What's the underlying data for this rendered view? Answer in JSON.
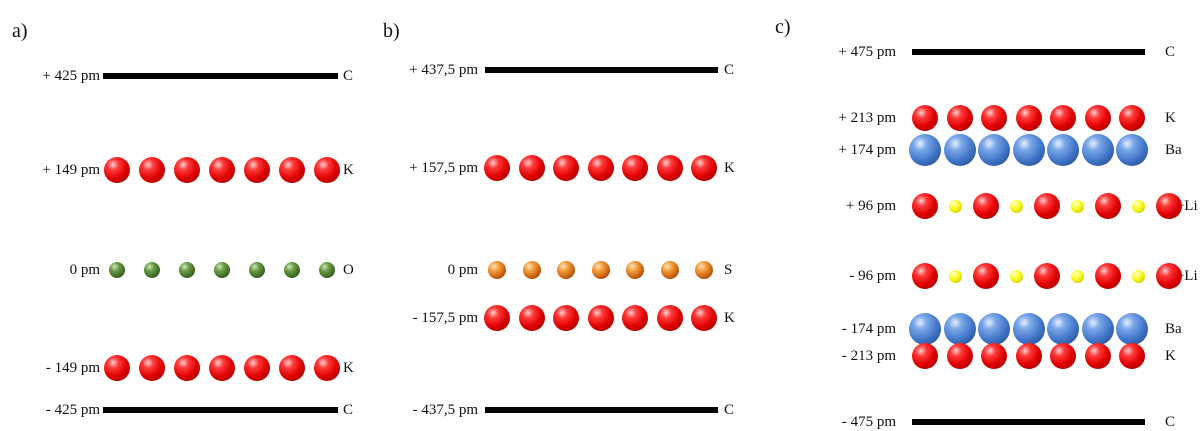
{
  "panels": [
    {
      "label": "a)",
      "layers": [
        {
          "kind": "plate",
          "pos": "+ 425 pm",
          "element": "C"
        },
        {
          "kind": "atoms",
          "pos": "+ 149 pm",
          "element": "K",
          "atoms": [
            "K",
            "K",
            "K",
            "K",
            "K",
            "K",
            "K"
          ]
        },
        {
          "kind": "atoms",
          "pos": "0 pm",
          "element": "O",
          "atoms": [
            "O",
            "O",
            "O",
            "O",
            "O",
            "O",
            "O"
          ]
        },
        {
          "kind": "atoms",
          "pos": "- 149 pm",
          "element": "K",
          "atoms": [
            "K",
            "K",
            "K",
            "K",
            "K",
            "K",
            "K"
          ]
        },
        {
          "kind": "plate",
          "pos": "- 425 pm",
          "element": "C"
        }
      ]
    },
    {
      "label": "b)",
      "layers": [
        {
          "kind": "plate",
          "pos": "+ 437,5 pm",
          "element": "C"
        },
        {
          "kind": "atoms",
          "pos": "+ 157,5 pm",
          "element": "K",
          "atoms": [
            "K",
            "K",
            "K",
            "K",
            "K",
            "K",
            "K"
          ]
        },
        {
          "kind": "atoms",
          "pos": "0 pm",
          "element": "S",
          "atoms": [
            "S",
            "S",
            "S",
            "S",
            "S",
            "S",
            "S"
          ]
        },
        {
          "kind": "atoms",
          "pos": "- 157,5 pm",
          "element": "K",
          "atoms": [
            "K",
            "K",
            "K",
            "K",
            "K",
            "K",
            "K"
          ]
        },
        {
          "kind": "plate",
          "pos": "- 437,5 pm",
          "element": "C"
        }
      ]
    },
    {
      "label": "c)",
      "layers": [
        {
          "kind": "plate",
          "pos": "+ 475 pm",
          "element": "C"
        },
        {
          "kind": "atoms",
          "pos": "+ 213 pm",
          "element": "K",
          "atoms": [
            "K",
            "K",
            "K",
            "K",
            "K",
            "K",
            "K"
          ]
        },
        {
          "kind": "atoms",
          "pos": "+ 174 pm",
          "element": "Ba",
          "atoms": [
            "Ba",
            "Ba",
            "Ba",
            "Ba",
            "Ba",
            "Ba",
            "Ba"
          ]
        },
        {
          "kind": "atoms",
          "pos": "+ 96 pm",
          "element": "K+Li",
          "atoms": [
            "K",
            "Li",
            "K",
            "Li",
            "K",
            "Li",
            "K",
            "Li",
            "K"
          ]
        },
        {
          "kind": "atoms",
          "pos": "- 96 pm",
          "element": "K+Li",
          "atoms": [
            "K",
            "Li",
            "K",
            "Li",
            "K",
            "Li",
            "K",
            "Li",
            "K"
          ]
        },
        {
          "kind": "atoms",
          "pos": "- 174 pm",
          "element": "Ba",
          "atoms": [
            "Ba",
            "Ba",
            "Ba",
            "Ba",
            "Ba",
            "Ba",
            "Ba"
          ]
        },
        {
          "kind": "atoms",
          "pos": "- 213 pm",
          "element": "K",
          "atoms": [
            "K",
            "K",
            "K",
            "K",
            "K",
            "K",
            "K"
          ]
        },
        {
          "kind": "plate",
          "pos": "- 475 pm",
          "element": "C"
        }
      ]
    }
  ],
  "colors": {
    "K": "#e00000",
    "Ba": "#3f74c7",
    "O": "#3f6b25",
    "S": "#c55e0d",
    "Li": "#e6e600",
    "plate": "#000000"
  }
}
